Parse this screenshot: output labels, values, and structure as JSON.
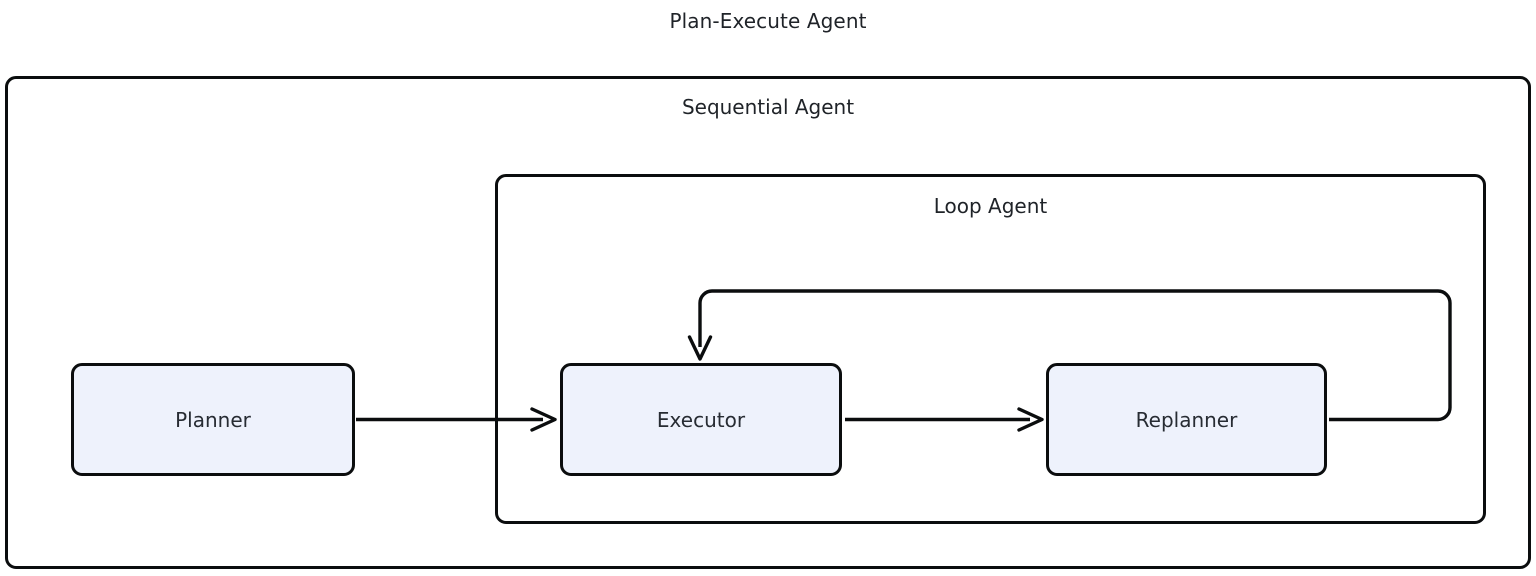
{
  "diagram": {
    "type": "flowchart",
    "title": "Plan-Execute Agent",
    "background_color": "#ffffff",
    "stroke_color": "#0b0d0e",
    "node_fill_color": "#eef2fc",
    "text_color": "#1f2328",
    "containers": [
      {
        "id": "sequential-agent",
        "label": "Sequential Agent",
        "contains": [
          "planner",
          "loop-agent"
        ]
      },
      {
        "id": "loop-agent",
        "label": "Loop Agent",
        "contains": [
          "executor",
          "replanner"
        ]
      }
    ],
    "nodes": [
      {
        "id": "planner",
        "label": "Planner"
      },
      {
        "id": "executor",
        "label": "Executor"
      },
      {
        "id": "replanner",
        "label": "Replanner"
      }
    ],
    "edges": [
      {
        "id": "planner-to-executor",
        "from": "planner",
        "to": "executor",
        "label": "",
        "arrow": "single",
        "style": "straight"
      },
      {
        "id": "executor-to-replanner",
        "from": "executor",
        "to": "replanner",
        "label": "",
        "arrow": "single",
        "style": "straight"
      },
      {
        "id": "replanner-to-executor",
        "from": "replanner",
        "to": "executor",
        "label": "",
        "arrow": "single",
        "style": "orthogonal-feedback-loop"
      }
    ]
  }
}
